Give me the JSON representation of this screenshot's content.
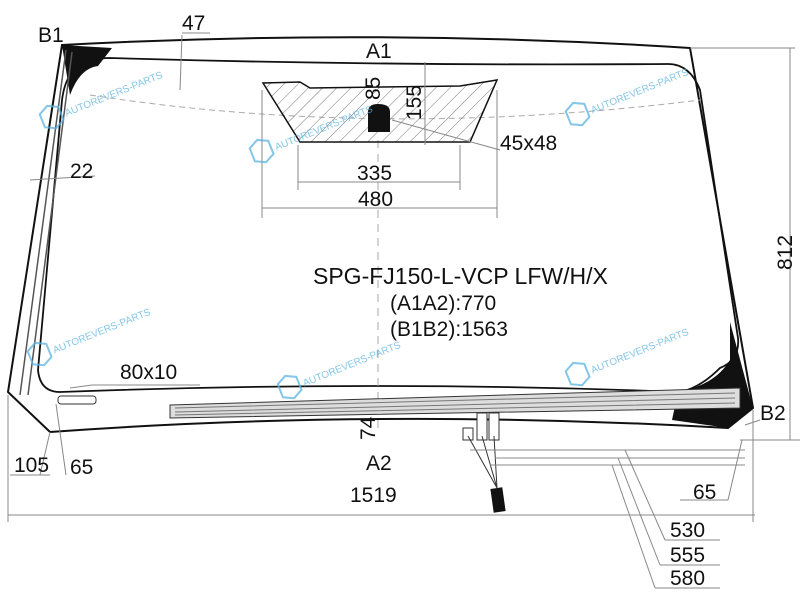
{
  "part_code": "SPG-FJ150-L-VCP LFW/H/X",
  "measurements": {
    "a1a2": "(A1A2):770",
    "b1b2": "(B1B2):1563"
  },
  "points": {
    "b1": "B1",
    "a1": "A1",
    "a2": "A2",
    "b2": "B2"
  },
  "dimensions": {
    "top_band": "47",
    "sensor_offset": "85",
    "shade_height": "155",
    "sensor_size": "45x48",
    "shade_bottom_width": "335",
    "shade_top_width": "480",
    "side_band": "22",
    "height": "812",
    "label_size": "80x10",
    "bottom_band": "74",
    "left_offset_1": "105",
    "left_offset_2": "65",
    "right_offset": "65",
    "width": "1519",
    "connector_1": "530",
    "connector_2": "555",
    "connector_3": "580"
  },
  "watermark": "AUTOREVERS-PARTS"
}
